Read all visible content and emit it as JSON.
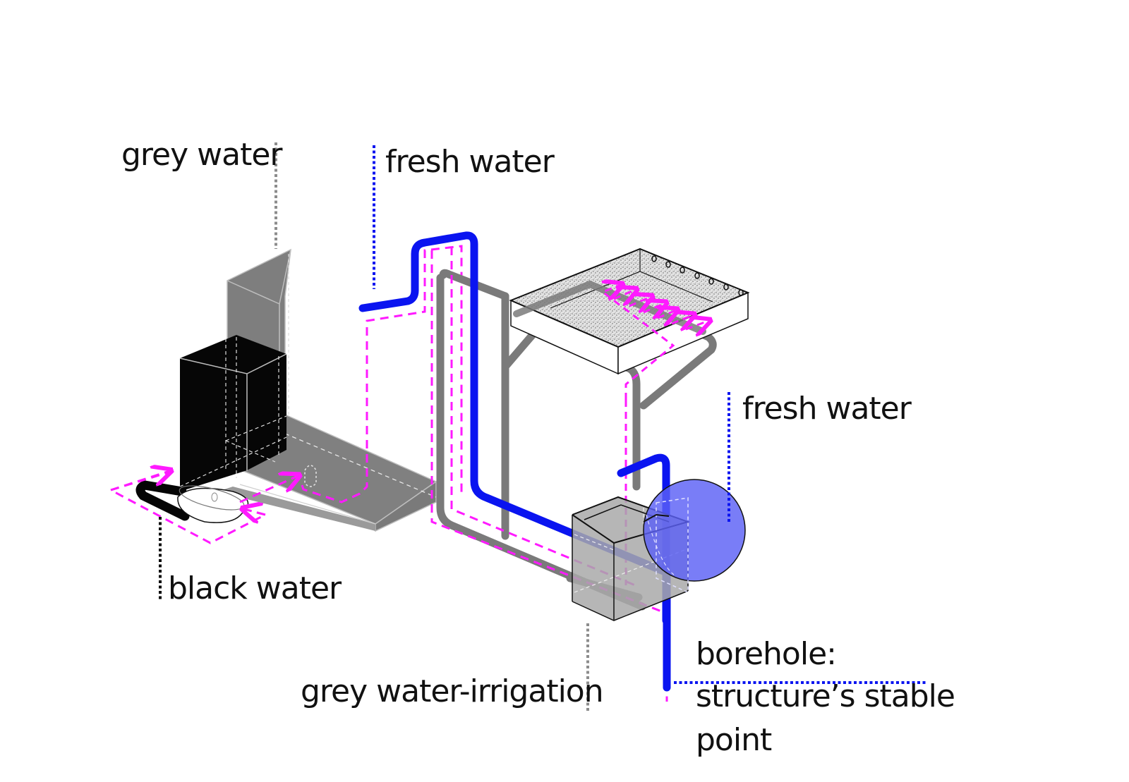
{
  "title": "Water systems diagram",
  "colors": {
    "fresh_water": "#0a14f0",
    "grey_water": "#7a7a7a",
    "black_water": "#050505",
    "flow_arrows": "#ff1aff",
    "tank": "#6f74f4",
    "background": "#ffffff"
  },
  "labels": {
    "grey_water": "grey water",
    "fresh_water_top": "fresh water",
    "fresh_water_right": "fresh water",
    "black_water": "black water",
    "grey_water_irrigation": "grey water-irrigation",
    "borehole_line1": "borehole:",
    "borehole_line2": "structure’s stable",
    "borehole_line3": "point"
  },
  "components": [
    {
      "name": "shower-wall",
      "system": "grey water"
    },
    {
      "name": "toilet-block",
      "system": "black water"
    },
    {
      "name": "wash-basin",
      "system": "black water"
    },
    {
      "name": "floor-trough",
      "system": "grey water"
    },
    {
      "name": "planter-tray",
      "system": "grey water-irrigation"
    },
    {
      "name": "filter-box",
      "system": "grey water-irrigation"
    },
    {
      "name": "water-tank-sphere",
      "system": "fresh water"
    },
    {
      "name": "borehole-pipe",
      "system": "fresh water"
    }
  ]
}
